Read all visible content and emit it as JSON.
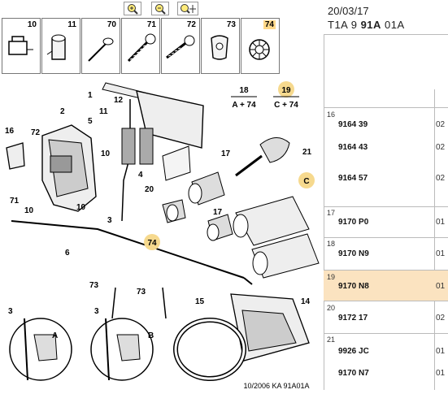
{
  "toolbar": {
    "buttons": [
      {
        "icon": "zoom-in-icon"
      },
      {
        "icon": "zoom-out-icon"
      },
      {
        "icon": "zoom-pan-icon"
      }
    ]
  },
  "strip": {
    "cells": [
      {
        "num": "10",
        "icon": "clip-icon"
      },
      {
        "num": "11",
        "icon": "cap-icon"
      },
      {
        "num": "70",
        "icon": "rivet-icon"
      },
      {
        "num": "71",
        "icon": "screw-icon"
      },
      {
        "num": "72",
        "icon": "screw-icon"
      },
      {
        "num": "73",
        "icon": "clip-icon"
      },
      {
        "num": "74",
        "icon": "star-washer-icon",
        "highlight": true
      }
    ]
  },
  "diagram": {
    "labels": [
      "1",
      "2",
      "3",
      "3",
      "3",
      "4",
      "5",
      "6",
      "10",
      "10",
      "10",
      "11",
      "12",
      "14",
      "15",
      "16",
      "17",
      "17",
      "20",
      "21",
      "71",
      "72",
      "73",
      "73",
      "A",
      "B",
      "C"
    ],
    "pair_18": "18",
    "pair_18_sub": "A + 74",
    "pair_19": "19",
    "pair_19_sub": "C + 74",
    "callout_74": "74",
    "footer": "10/2006   KA 91A01A"
  },
  "header": {
    "date": "20/03/17",
    "code_prefix": "T1A 9 ",
    "code_bold": "91A",
    "code_suffix": " 01A"
  },
  "rows": [
    {
      "group": "16",
      "parts": [
        "9164 39",
        "9164 43",
        "9164 57"
      ],
      "qty": [
        "02",
        "02",
        "02"
      ]
    },
    {
      "group": "17",
      "parts": [
        "9170 P0"
      ],
      "qty": [
        "01"
      ]
    },
    {
      "group": "18",
      "parts": [
        "9170 N9"
      ],
      "qty": [
        "01"
      ]
    },
    {
      "group": "19",
      "parts": [
        "9170 N8"
      ],
      "qty": [
        "01"
      ],
      "highlight": true
    },
    {
      "group": "20",
      "parts": [
        "9172 17"
      ],
      "qty": [
        "02"
      ]
    },
    {
      "group": "21",
      "parts": [
        "9926 JC",
        "9170 N7"
      ],
      "qty": [
        "01",
        "01"
      ]
    }
  ],
  "colors": {
    "highlight": "#f6d98e",
    "row_highlight": "#fbe3c0"
  }
}
